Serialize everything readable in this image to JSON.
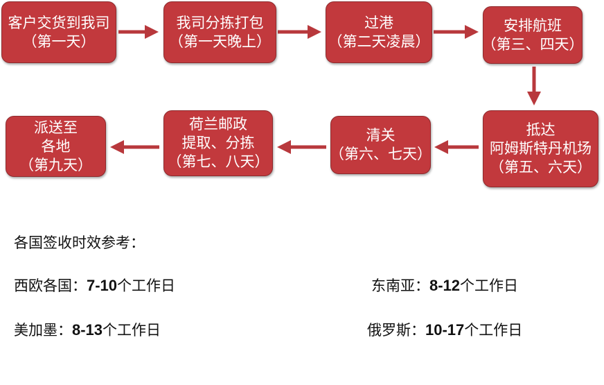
{
  "steps": [
    {
      "line1": "客户交货到我司",
      "line2": "（第一天）"
    },
    {
      "line1": "我司分拣打包",
      "line2": "（第一天晚上）"
    },
    {
      "line1": "过港",
      "line2": "（第二天凌晨）"
    },
    {
      "line1": "安排航班",
      "line2": "（第三、四天）"
    },
    {
      "line1": "抵达",
      "line2": "阿姆斯特丹机场",
      "line3": "（第五、六天）"
    },
    {
      "line1": "清关",
      "line2": "（第六、七天）"
    },
    {
      "line1": "荷兰邮政",
      "line2": "提取、分拣",
      "line3": "（第七、八天）"
    },
    {
      "line1": "派送至",
      "line2": "各地",
      "line3": "（第九天）"
    }
  ],
  "colors": {
    "box_fill": "#c2393d",
    "box_border": "#8e2a2d",
    "arrow": "#b8383c"
  },
  "notes": {
    "heading": "各国签收时效参考：",
    "items": [
      {
        "region": "西欧各国：",
        "value": "7-10",
        "unit": "个工作日"
      },
      {
        "region": "东南亚：",
        "value": "8-12",
        "unit": "个工作日"
      },
      {
        "region": "美加墨：",
        "value": "8-13",
        "unit": "个工作日"
      },
      {
        "region": "俄罗斯：",
        "value": "10-17",
        "unit": "个工作日"
      }
    ]
  }
}
